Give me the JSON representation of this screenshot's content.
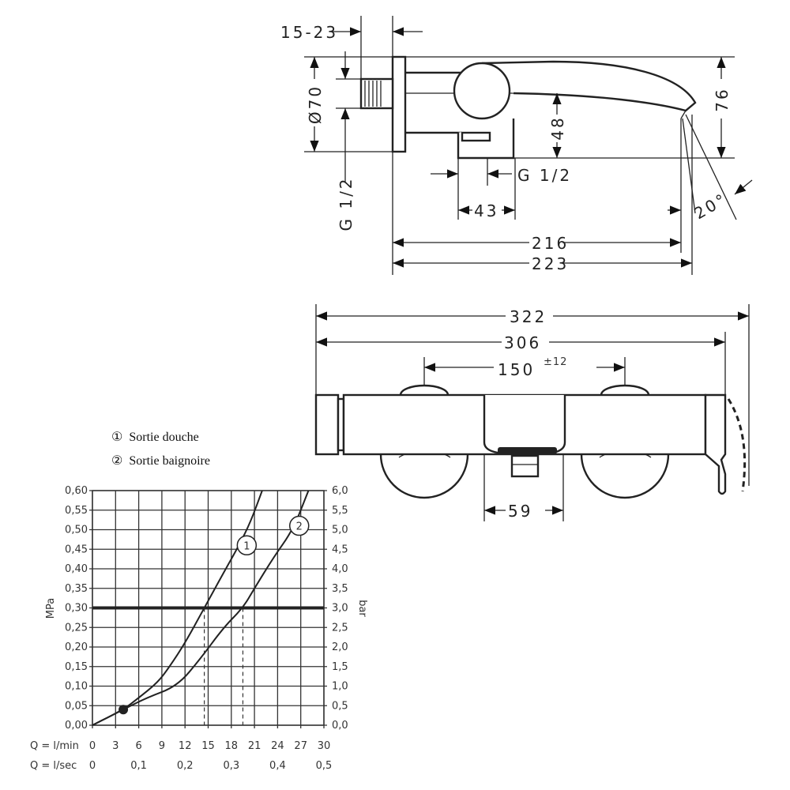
{
  "side_view": {
    "dims": {
      "wall_gap": "15-23",
      "diameter": "Ø70",
      "thread_left": "G 1/2",
      "height_48": "48",
      "height_76": "76",
      "thread_outlet": "G 1/2",
      "outlet_43": "43",
      "angle": "20°",
      "projection_216": "216",
      "projection_223": "223"
    }
  },
  "front_view": {
    "dims": {
      "overall": "322",
      "body": "306",
      "centers": "150",
      "centers_tolerance": "±12",
      "outlet_59": "59"
    }
  },
  "legend": [
    {
      "symbol": "①",
      "label": "Sortie douche"
    },
    {
      "symbol": "②",
      "label": "Sortie baignoire"
    }
  ],
  "chart_data": {
    "type": "line",
    "xlabel_primary": "Q = l/min",
    "xlabel_secondary": "Q = l/sec",
    "ylabel_left": "MPa",
    "ylabel_right": "bar",
    "xlim": [
      0,
      30
    ],
    "ylim": [
      0,
      0.6
    ],
    "grid": true,
    "x_ticks": [
      "0",
      "3",
      "6",
      "9",
      "12",
      "15",
      "18",
      "21",
      "24",
      "27",
      "30"
    ],
    "x2_ticks": [
      "0",
      "0,1",
      "0,2",
      "0,3",
      "0,4",
      "0,5"
    ],
    "y_ticks_left": [
      "0,00",
      "0,05",
      "0,10",
      "0,15",
      "0,20",
      "0,25",
      "0,30",
      "0,35",
      "0,40",
      "0,45",
      "0,50",
      "0,55",
      "0,60"
    ],
    "y_ticks_right": [
      "0,0",
      "0,5",
      "1,0",
      "1,5",
      "2,0",
      "2,5",
      "3,0",
      "3,5",
      "4,0",
      "4,5",
      "5,0",
      "5,5",
      "6,0"
    ],
    "reference_line": 0.3,
    "reference_drops": [
      14.5,
      19.5
    ],
    "marker_point": [
      4,
      0.04
    ],
    "series": [
      {
        "name": "1",
        "x": [
          0,
          4,
          6,
          8.5,
          10,
          12,
          14.5,
          17,
          19,
          20.5,
          22
        ],
        "y": [
          0,
          0.04,
          0.07,
          0.11,
          0.15,
          0.21,
          0.3,
          0.39,
          0.46,
          0.52,
          0.6
        ],
        "label_at": [
          20,
          0.46
        ]
      },
      {
        "name": "2",
        "x": [
          0,
          4,
          7,
          11,
          14,
          17,
          19.5,
          21,
          23.5,
          26,
          28
        ],
        "y": [
          0,
          0.04,
          0.07,
          0.1,
          0.17,
          0.25,
          0.3,
          0.35,
          0.43,
          0.5,
          0.6
        ],
        "label_at": [
          26.8,
          0.51
        ]
      }
    ]
  }
}
